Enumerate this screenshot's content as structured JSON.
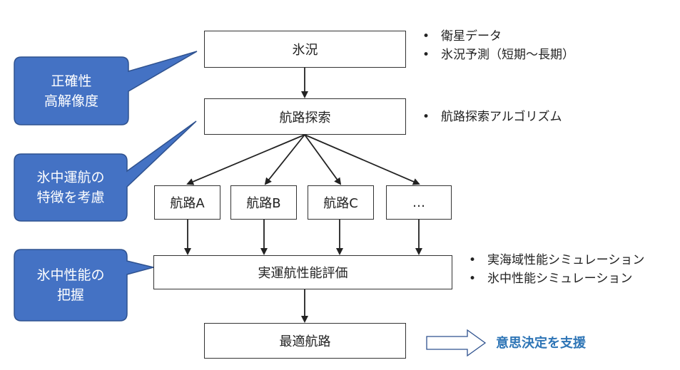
{
  "nodes": {
    "ice": "氷況",
    "route_search": "航路探索",
    "route_a": "航路A",
    "route_b": "航路B",
    "route_c": "航路C",
    "route_more": "…",
    "evaluation": "実運航性能評価",
    "optimal": "最適航路"
  },
  "notes": {
    "ice": [
      "衛星データ",
      "氷況予測（短期～長期）"
    ],
    "route_search": [
      "航路探索アルゴリズム"
    ],
    "evaluation": [
      "実海域性能シミュレーション",
      "氷中性能シミュレーション"
    ]
  },
  "callouts": {
    "accuracy": [
      "正確性",
      "高解像度"
    ],
    "features": [
      "氷中運航の",
      "特徴を考慮"
    ],
    "performance": [
      "氷中性能の",
      "把握"
    ]
  },
  "support": "意思決定を支援",
  "colors": {
    "callout_fill": "#4472c4",
    "callout_stroke": "#2f528f",
    "support_text": "#2e75b6"
  }
}
